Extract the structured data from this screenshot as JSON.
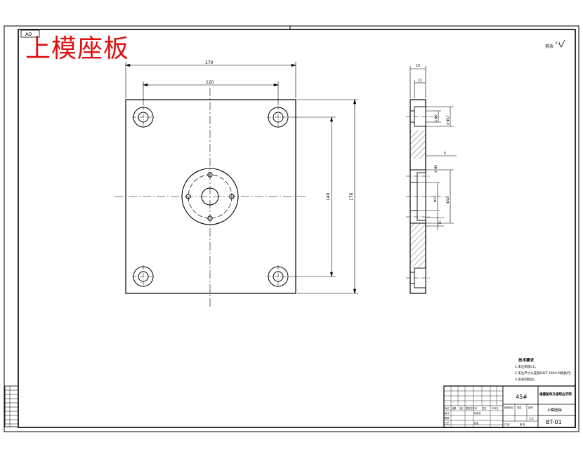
{
  "title": "上模座板",
  "sheet_format": "A0",
  "surface_note": "其余",
  "surface_symbol": "6.3",
  "front_view": {
    "dims": {
      "overall_width": "170",
      "hole_spacing_x": "120",
      "overall_height": "170",
      "hole_spacing_y": "140"
    }
  },
  "side_view": {
    "dims": {
      "thickness": "15",
      "counterbore_depth": "11",
      "counterbore_dia": "4-Φ17",
      "hole_dia": "4-Φ9",
      "center_depth": "5",
      "tapped_holes": "4-M6",
      "bore_dia": "Φ35",
      "flange_dia": "Φ52",
      "step": "10"
    }
  },
  "tech_requirements": {
    "heading": "技术要求",
    "lines": [
      "1.未注倒角C1；",
      "2.未注尺寸公差按GB/T 1804-M级执行；",
      "3.去毛刺锐边。"
    ]
  },
  "title_block": {
    "material": "45#",
    "school": "福建船政交通职业学院",
    "part_name": "上模座板",
    "drawing_no": "BT-01",
    "scale": "1:1",
    "small_labels": [
      "标记",
      "处数",
      "分区",
      "更改文件号",
      "签名",
      "年月日",
      "设计",
      "标准化",
      "审核",
      "工艺",
      "批准",
      "阶段标记",
      "重量",
      "比例",
      "共 张",
      "第 张"
    ]
  }
}
